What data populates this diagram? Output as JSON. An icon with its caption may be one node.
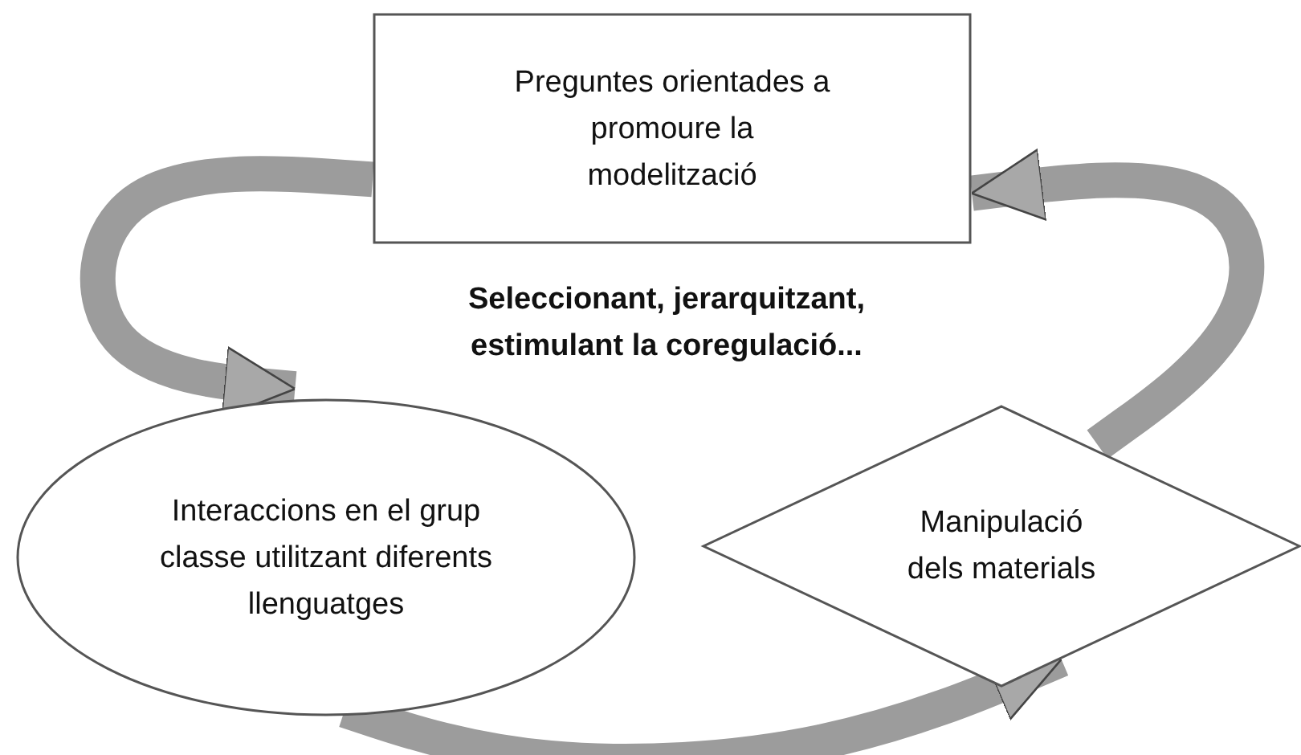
{
  "diagram": {
    "nodes": [
      {
        "text": [
          "Preguntes orientades a promoure la modelització"
        ]
      },
      {
        "text": [
          "Interaccions en el grup classe utilitzant diferents llenguatges"
        ]
      },
      {
        "text": [
          "Manipulació dels materials"
        ]
      }
    ],
    "edges": [
      {
        "from": 0,
        "to": 1,
        "arrow": "to"
      },
      {
        "from": 1,
        "to": 2,
        "arrow": "to"
      },
      {
        "from": 2,
        "to": 0,
        "arrow": "to"
      }
    ],
    "labels": [
      "Seleccionant, jerarquitzant, estimulant la coregulació..."
    ]
  }
}
